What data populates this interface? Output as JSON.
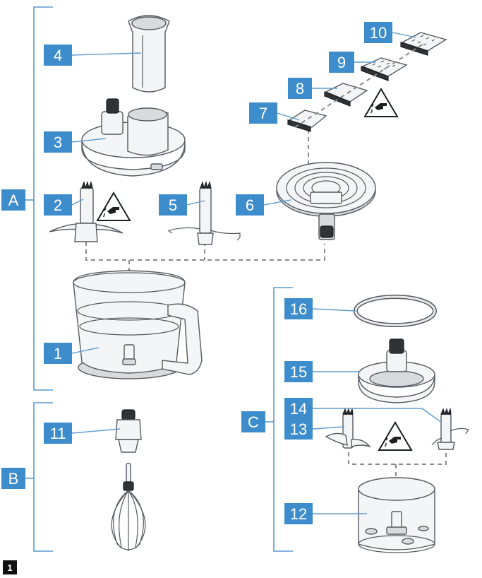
{
  "figure_number": "1",
  "groups": [
    {
      "id": "group-a",
      "label": "A"
    },
    {
      "id": "group-b",
      "label": "B"
    },
    {
      "id": "group-c",
      "label": "C"
    }
  ],
  "callouts": [
    {
      "id": "1",
      "label": "1"
    },
    {
      "id": "2",
      "label": "2"
    },
    {
      "id": "3",
      "label": "3"
    },
    {
      "id": "4",
      "label": "4"
    },
    {
      "id": "5",
      "label": "5"
    },
    {
      "id": "6",
      "label": "6"
    },
    {
      "id": "7",
      "label": "7"
    },
    {
      "id": "8",
      "label": "8"
    },
    {
      "id": "9",
      "label": "9"
    },
    {
      "id": "10",
      "label": "10"
    },
    {
      "id": "11",
      "label": "11"
    },
    {
      "id": "12",
      "label": "12"
    },
    {
      "id": "13",
      "label": "13"
    },
    {
      "id": "14",
      "label": "14"
    },
    {
      "id": "15",
      "label": "15"
    },
    {
      "id": "16",
      "label": "16"
    }
  ],
  "colors": {
    "label_fill": "#3d8ccc",
    "bracket": "#5b9bd0",
    "figure_badge": "#111111"
  },
  "icons": [
    "warning-cut-hazard-icon"
  ]
}
